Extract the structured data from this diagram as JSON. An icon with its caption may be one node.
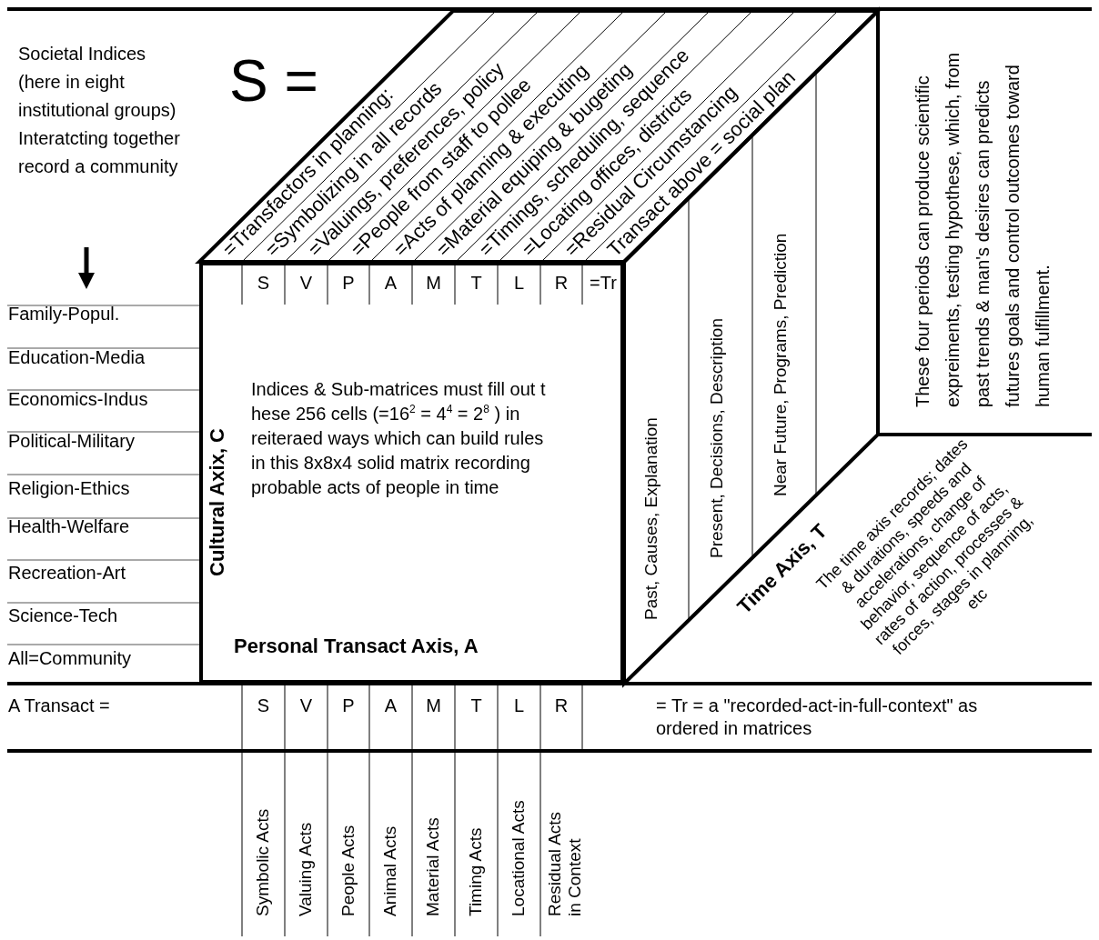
{
  "diagram": {
    "nodes": [
      {
        "text": [
          "Indices & Sub-matrices must fill out t hese 256 cells (=16$^{2}$ = 4$^{4}$  = 2$^{8}$  ) in reiteraed ways which can build rules in this 8x8x4 solid matrix recording probable acts of people in time",
          "Personal Transact Axis, A"
        ]
      },
      {
        "text": [
          "=Transfactors in planning:",
          "=Symbolizing in all records",
          "=Valuings, preferences, policy",
          "=People from staff to pollee",
          "=Acts of planning & executing",
          "=Material equiping & bugeting",
          "=Timings, scheduling, sequence",
          "=Locating offices, districts",
          "=Residual Circumstancing",
          "Transact above = social plan"
        ]
      },
      {
        "text": [
          "Past, Causes, Explanation",
          "Present, Decisions, Description",
          "Near Future, Programs, Prediction"
        ]
      }
    ],
    "labels": [
      "Societal Indices (here in eight institutional groups) Interatcting together record a community",
      "S =",
      "S",
      "V",
      "P",
      "A",
      "M",
      "T",
      "L",
      "R",
      "=Tr",
      "Family-Popul.",
      "Education-Media",
      "Economics-Indus",
      "Political-Military",
      "Religion-Ethics",
      "Health-Welfare",
      "Recreation-Art",
      "Science-Tech",
      "All=Community",
      "Cultural Axix, C",
      "These four periods can produce scientific expreiments, testing hypothese, which, from past trends & man's desires can predicts futures goals and control outcomes toward human fulfillment.",
      "Time Axis, T",
      "The time axis records; dates & durations, speeds and accelerations, change of behavior, sequence of acts, rates of action, processes & forces, stages in planning, etc",
      "A Transact =",
      "S",
      "V",
      "P",
      "A",
      "M",
      "T",
      "L",
      "R",
      "= Tr = a \"recorded-act-in-full-context\" as ordered in matrices",
      "Symbolic Acts",
      "Valuing Acts",
      "People Acts",
      "Animal Acts",
      "Material Acts",
      "Timing Acts",
      "Locational Acts",
      "Residual Acts in Context"
    ]
  }
}
